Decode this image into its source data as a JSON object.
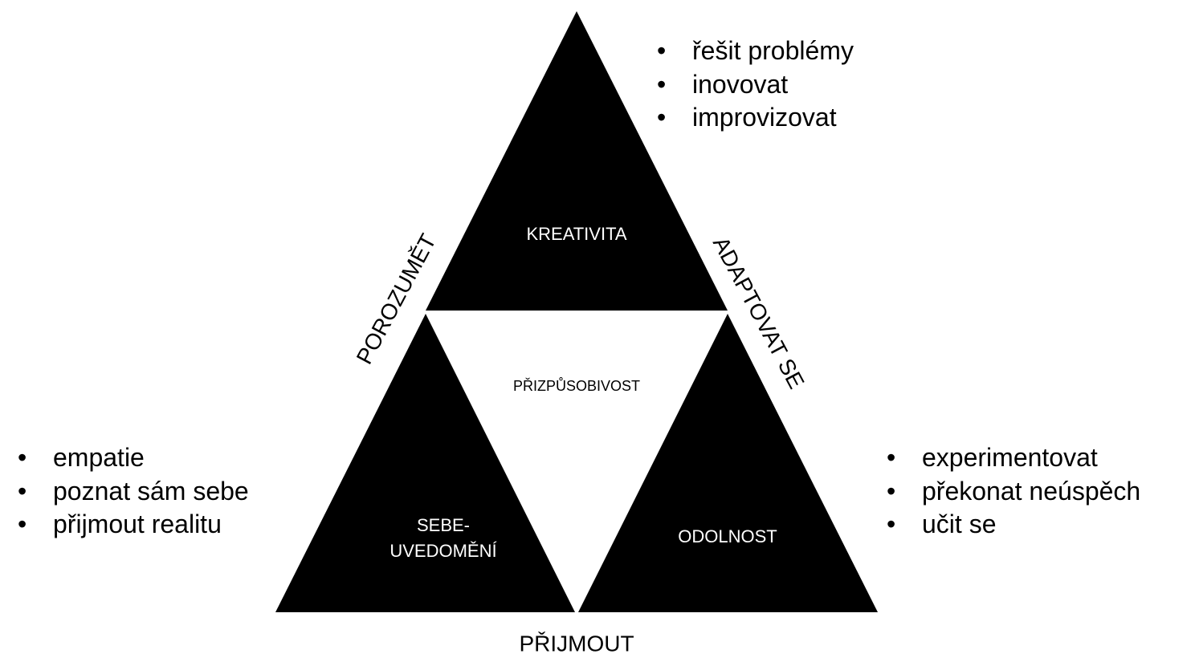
{
  "triangles": {
    "top": "KREATIVITA",
    "center": "PŘIZPŮSOBIVOST",
    "bottom_left_line1": "SEBE-",
    "bottom_left_line2": "UVEDOMĚNÍ",
    "bottom_right": "ODOLNOST"
  },
  "edges": {
    "left": "POROZUMĚT",
    "right": "ADAPTOVAT SE",
    "bottom": "PŘIJMOUT"
  },
  "lists": {
    "top_right": [
      "řešit problémy",
      "inovovat",
      "improvizovat"
    ],
    "left": [
      "empatie",
      "poznat sám sebe",
      "přijmout realitu"
    ],
    "right": [
      "experimentovat",
      "překonat neúspěch",
      "učit se"
    ]
  }
}
